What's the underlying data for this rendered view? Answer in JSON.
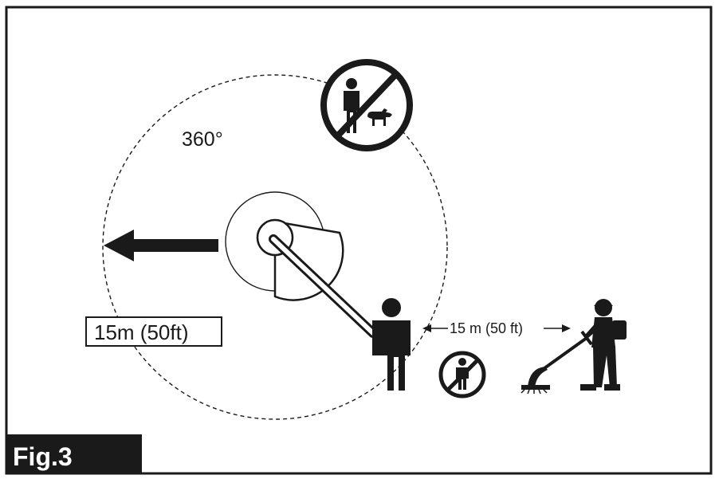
{
  "figure": {
    "label": "Fig.3"
  },
  "diagram": {
    "angle_label": "360°",
    "radius_label": "15m (50ft)",
    "separation_label": "15 m (50 ft)",
    "icons": {
      "no_people_pets": "no-people-and-pets-icon",
      "no_person": "no-person-icon",
      "bystander": "bystander-person-icon",
      "operator": "trimmer-operator-icon",
      "trimmer_head": "trimmer-head-icon",
      "direction_arrow": "direction-arrow-icon"
    }
  },
  "colors": {
    "ink": "#1a1a1a",
    "background": "#ffffff",
    "fig_box": "#1a1a1a",
    "fig_text": "#ffffff"
  }
}
